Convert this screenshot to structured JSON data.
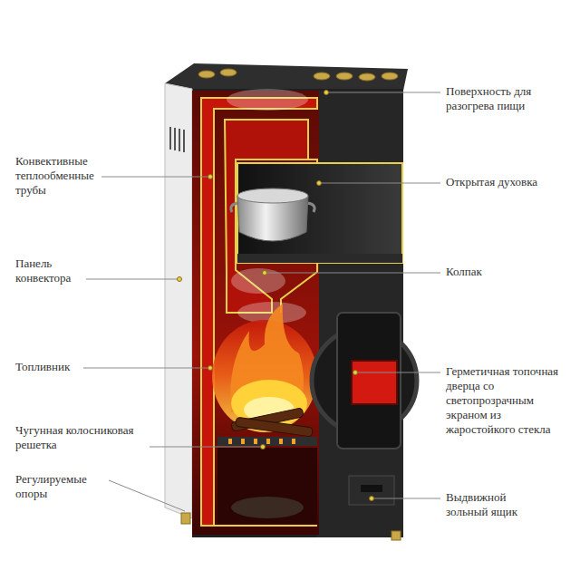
{
  "diagram": {
    "labels": [
      "Поверхность для разогрева пищи",
      "Конвективные теплообменные трубы",
      "Открытая духовка",
      "Панель конвектора",
      "Колпак",
      "Топливник",
      "Герметичная топочная дверца со светопрозрачным экраном из жаростойкого стекла",
      "Чугунная колосниковая решетка",
      "Регулируемые опоры",
      "Выдвижной зольный ящик"
    ]
  }
}
